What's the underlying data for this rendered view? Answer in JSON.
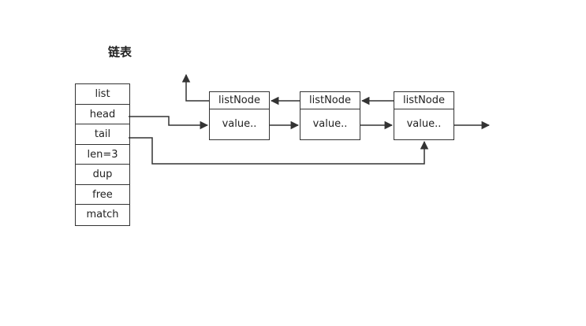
{
  "title": "链表",
  "list_struct": {
    "fields": [
      "list",
      "head",
      "tail",
      "len=3",
      "dup",
      "free",
      "match"
    ]
  },
  "nodes": [
    {
      "name": "listNode",
      "value": "value.."
    },
    {
      "name": "listNode",
      "value": "value.."
    },
    {
      "name": "listNode",
      "value": "value.."
    }
  ]
}
